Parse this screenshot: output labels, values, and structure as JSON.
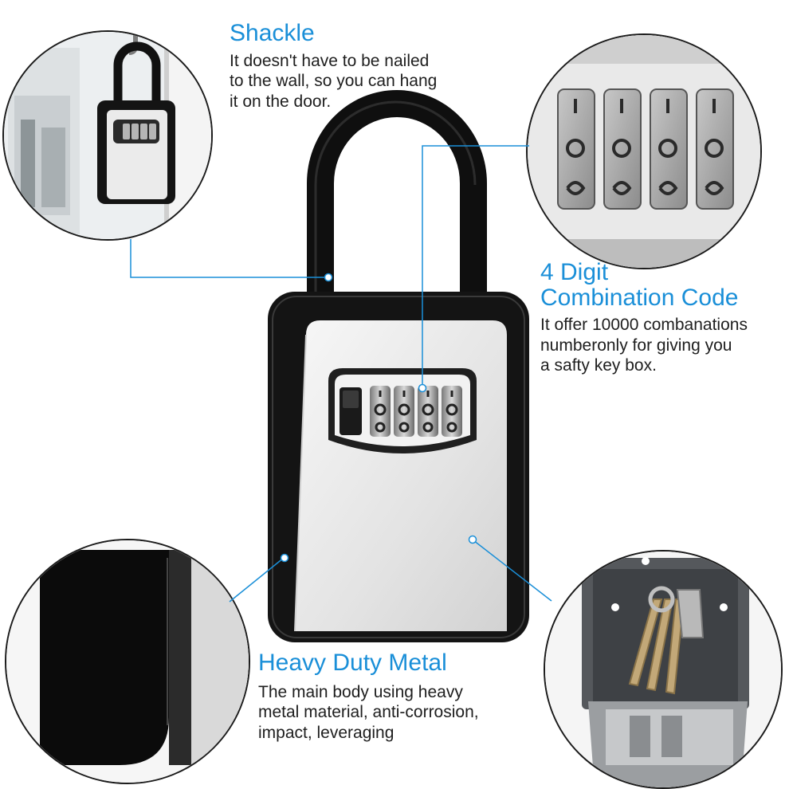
{
  "features": {
    "shackle": {
      "title": "Shackle",
      "description": "It doesn't have to be nailed\nto the wall, so you can hang\nit on the door."
    },
    "combination": {
      "title": "4 Digit\nCombination Code",
      "description": "It offer 10000 combanations\nnumberonly for giving you\na safty key box."
    },
    "metal": {
      "title": "Heavy Duty Metal",
      "description": "The main body using heavy\nmetal material, anti-corrosion,\nimpact, leveraging"
    }
  },
  "colors": {
    "accent": "#1a8fd8",
    "text": "#1e1e1e",
    "lock_body": "#141414",
    "lock_face": "#e8e8e8"
  }
}
